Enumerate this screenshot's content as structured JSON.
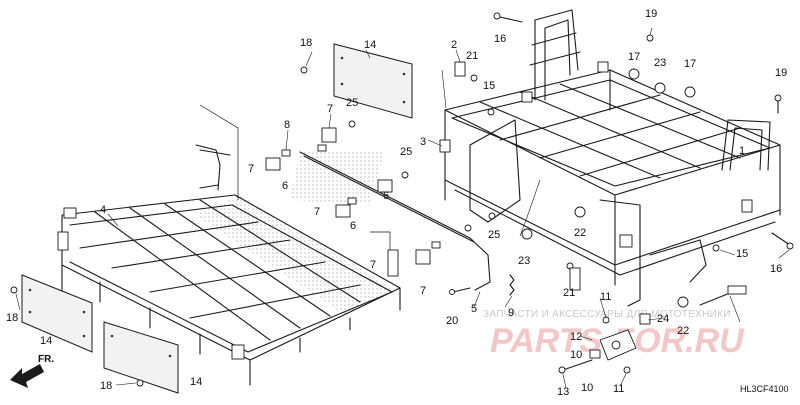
{
  "diagram": {
    "code": "HL3CF4100",
    "direction_label": "FR.",
    "watermark": {
      "tagline": "ЗАПЧАСТИ И АКСЕССУАРЫ ДЛЯ МОТОТЕХНИКИ",
      "logo": "PARTS-FOR.RU"
    },
    "callouts": [
      {
        "id": "c18a",
        "label": "18"
      },
      {
        "id": "c14a",
        "label": "14"
      },
      {
        "id": "c2",
        "label": "2"
      },
      {
        "id": "c21a",
        "label": "21"
      },
      {
        "id": "c16a",
        "label": "16"
      },
      {
        "id": "c19a",
        "label": "19"
      },
      {
        "id": "c17a",
        "label": "17"
      },
      {
        "id": "c23a",
        "label": "23"
      },
      {
        "id": "c17b",
        "label": "17"
      },
      {
        "id": "c19b",
        "label": "19"
      },
      {
        "id": "c15a",
        "label": "15"
      },
      {
        "id": "c7a",
        "label": "7"
      },
      {
        "id": "c25a",
        "label": "25"
      },
      {
        "id": "c8",
        "label": "8"
      },
      {
        "id": "c3",
        "label": "3"
      },
      {
        "id": "c1",
        "label": "1"
      },
      {
        "id": "c7b",
        "label": "7"
      },
      {
        "id": "c6a",
        "label": "6"
      },
      {
        "id": "c25b",
        "label": "25"
      },
      {
        "id": "c6b",
        "label": "6"
      },
      {
        "id": "c4",
        "label": "4"
      },
      {
        "id": "c7c",
        "label": "7"
      },
      {
        "id": "c6c",
        "label": "6"
      },
      {
        "id": "c7d",
        "label": "7"
      },
      {
        "id": "c22a",
        "label": "22"
      },
      {
        "id": "c25c",
        "label": "25"
      },
      {
        "id": "c23b",
        "label": "23"
      },
      {
        "id": "c15b",
        "label": "15"
      },
      {
        "id": "c16b",
        "label": "16"
      },
      {
        "id": "c9",
        "label": "9"
      },
      {
        "id": "c7e",
        "label": "7"
      },
      {
        "id": "c21b",
        "label": "21"
      },
      {
        "id": "c11a",
        "label": "11"
      },
      {
        "id": "c5",
        "label": "5"
      },
      {
        "id": "c20",
        "label": "20"
      },
      {
        "id": "c18b",
        "label": "18"
      },
      {
        "id": "c14b",
        "label": "14"
      },
      {
        "id": "c12",
        "label": "12"
      },
      {
        "id": "c24",
        "label": "24"
      },
      {
        "id": "c22b",
        "label": "22"
      },
      {
        "id": "c10a",
        "label": "10"
      },
      {
        "id": "c10b",
        "label": "10"
      },
      {
        "id": "c13",
        "label": "13"
      },
      {
        "id": "c11b",
        "label": "11"
      },
      {
        "id": "c18c",
        "label": "18"
      },
      {
        "id": "c14c",
        "label": "14"
      }
    ]
  }
}
